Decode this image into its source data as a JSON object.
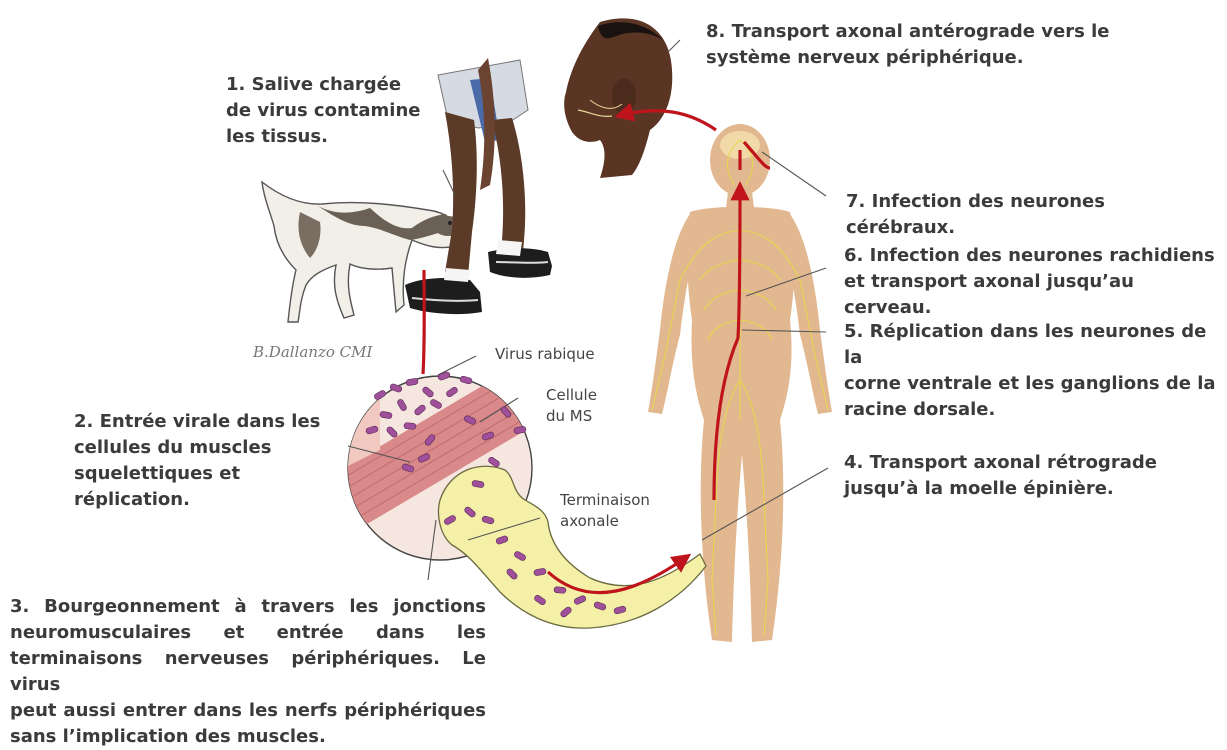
{
  "steps": {
    "s1": [
      "1. Salive chargée",
      "de virus contamine",
      "les tissus."
    ],
    "s2": [
      "2. Entrée virale dans les",
      "cellules du muscles",
      "squelettiques et",
      "réplication."
    ],
    "s3": [
      "3. Bourgeonnement à travers les jonctions",
      "neuromusculaires et entrée dans les",
      "terminaisons nerveuses périphériques. Le virus",
      "peut aussi entrer dans les nerfs périphériques",
      "sans l’implication des muscles."
    ],
    "s4": [
      "4. Transport axonal rétrograde",
      "jusqu’à la moelle épinière."
    ],
    "s5": [
      "5. Réplication dans les neurones de la",
      "corne ventrale et les ganglions de la",
      "racine dorsale."
    ],
    "s6": [
      "6. Infection des neurones rachidiens",
      "et transport axonal jusqu’au cerveau."
    ],
    "s7": [
      "7. Infection des neurones cérébraux."
    ],
    "s8": [
      "8. Transport axonal antérograde vers le",
      "système nerveux périphérique."
    ]
  },
  "labels": {
    "virus": "Virus rabique",
    "cell": [
      "Cellule",
      "du MS"
    ],
    "terminal": [
      "Terminaison",
      "axonale"
    ]
  },
  "signature": "B.Dallanzo CMI",
  "colors": {
    "arrow": "#c0141c",
    "nerve": "#e6d84a",
    "skin": "#e2b890",
    "muscle": "#d9898a",
    "virus": "#a0509a",
    "terminal": "#f4f0a8",
    "text": "#3b3b3b"
  }
}
